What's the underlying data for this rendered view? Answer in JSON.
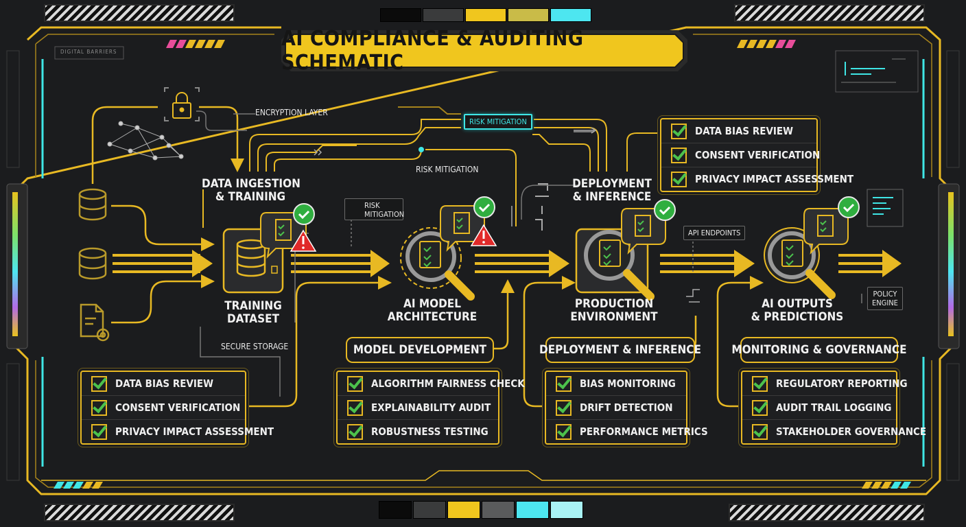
{
  "title": "AI COMPLIANCE & AUDITING SCHEMATIC",
  "corner_label": "DIGITAL BARRIERS",
  "colors": {
    "accent": "#e8b923",
    "cyan": "#3fe6e6",
    "ok": "#4cc24c",
    "warn": "#e02a2a",
    "bg": "#1b1c1e"
  },
  "palette_top": [
    "#0b0b0b",
    "#3a3b3c",
    "#f0c61e",
    "#c9bb48",
    "#4de6f0"
  ],
  "palette_bottom": [
    "#0b0b0b",
    "#3a3b3c",
    "#f0c61e",
    "#5a5b5c",
    "#4de6f0",
    "#a9f2f5"
  ],
  "annotations": {
    "encryption": "ENCRYPTION LAYER",
    "risk_top": "RISK MITIGATION",
    "risk_mid": "RISK MITIGATION",
    "risk_tag": [
      "RISK",
      "MITIGATION"
    ],
    "secure_storage": "SECURE STORAGE",
    "api": "API ENDPOINTS",
    "policy": [
      "POLICY",
      "ENGINE"
    ]
  },
  "stages": [
    {
      "top": "DATA INGESTION",
      "top2": "& TRAINING",
      "bottom": "TRAINING",
      "bottom2": "DATASET",
      "icon": "database-icon",
      "alert": true
    },
    {
      "bottom": "AI MODEL",
      "bottom2": "ARCHITECTURE",
      "icon": "magnifier-icon",
      "alert": true
    },
    {
      "top": "DEPLOYMENT",
      "top2": "& INFERENCE",
      "bottom": "PRODUCTION",
      "bottom2": "ENVIRONMENT",
      "icon": "magnifier-icon",
      "alert": false
    },
    {
      "bottom": "AI OUTPUTS",
      "bottom2": "& PREDICTIONS",
      "icon": "magnifier-icon",
      "alert": false
    }
  ],
  "phases": [
    "MODEL DEVELOPMENT",
    "DEPLOYMENT & INFERENCE",
    "MONITORING & GOVERNANCE"
  ],
  "checklists": {
    "data": [
      "DATA BIAS REVIEW",
      "CONSENT VERIFICATION",
      "PRIVACY IMPACT ASSESSMENT"
    ],
    "model": [
      "ALGORITHM FAIRNESS CHECK",
      "EXPLAINABILITY AUDIT",
      "ROBUSTNESS TESTING"
    ],
    "deploy": [
      "BIAS MONITORING",
      "DRIFT DETECTION",
      "PERFORMANCE METRICS"
    ],
    "monitor": [
      "REGULATORY REPORTING",
      "AUDIT TRAIL LOGGING",
      "STAKEHOLDER GOVERNANCE"
    ],
    "top_right": [
      "DATA BIAS REVIEW",
      "CONSENT VERIFICATION",
      "PRIVACY IMPACT ASSESSMENT"
    ]
  }
}
